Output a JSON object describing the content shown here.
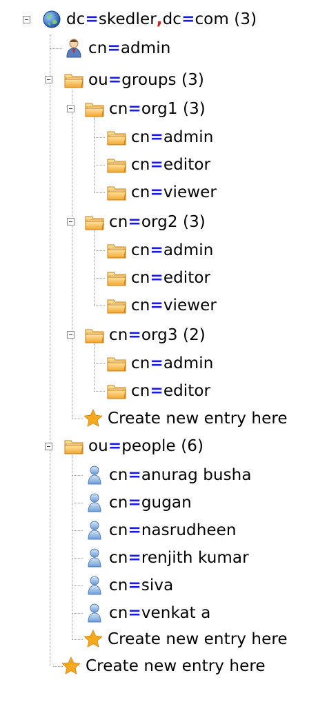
{
  "tree": {
    "root": {
      "key": "dc",
      "value": "skedler",
      "key2": "dc",
      "value2": "com",
      "count": "(3)",
      "icon": "globe-icon"
    },
    "admin": {
      "key": "cn",
      "value": "admin",
      "icon": "admin-user-icon"
    },
    "groups": {
      "key": "ou",
      "value": "groups",
      "count": "(3)",
      "icon": "folder-icon",
      "orgs": [
        {
          "key": "cn",
          "value": "org1",
          "count": "(3)",
          "children": [
            {
              "key": "cn",
              "value": "admin"
            },
            {
              "key": "cn",
              "value": "editor"
            },
            {
              "key": "cn",
              "value": "viewer"
            }
          ]
        },
        {
          "key": "cn",
          "value": "org2",
          "count": "(3)",
          "children": [
            {
              "key": "cn",
              "value": "admin"
            },
            {
              "key": "cn",
              "value": "editor"
            },
            {
              "key": "cn",
              "value": "viewer"
            }
          ]
        },
        {
          "key": "cn",
          "value": "org3",
          "count": "(2)",
          "children": [
            {
              "key": "cn",
              "value": "admin"
            },
            {
              "key": "cn",
              "value": "editor"
            }
          ]
        }
      ],
      "create_label": "Create new entry here"
    },
    "people": {
      "key": "ou",
      "value": "people",
      "count": "(6)",
      "icon": "folder-icon",
      "users": [
        {
          "key": "cn",
          "value": "anurag busha"
        },
        {
          "key": "cn",
          "value": "gugan"
        },
        {
          "key": "cn",
          "value": "nasrudheen"
        },
        {
          "key": "cn",
          "value": "renjith kumar"
        },
        {
          "key": "cn",
          "value": "siva"
        },
        {
          "key": "cn",
          "value": "venkat a"
        }
      ],
      "create_label": "Create new entry here"
    },
    "root_create_label": "Create new entry here"
  },
  "colors": {
    "equals": "#1a1ae6",
    "comma": "#e21b1b",
    "folder": "#f3a52e",
    "star": "#f6a91c",
    "user": "#8fb6e6"
  }
}
